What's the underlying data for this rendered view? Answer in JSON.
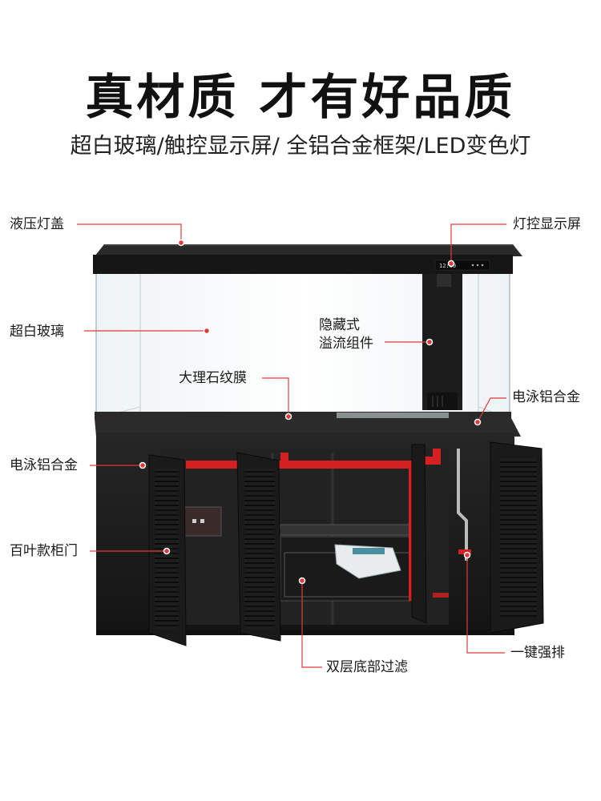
{
  "headline": "真材质 才有好品质",
  "subline": "超白玻璃/触控显示屏/ 全铝合金框架/LED变色灯",
  "display_text": "12:00",
  "callouts": {
    "hydraulic_lid": "液压灯盖",
    "light_control_display": "灯控显示屏",
    "ultra_clear_glass": "超白玻璃",
    "hidden_overflow_line1": "隐藏式",
    "hidden_overflow_line2": "溢流组件",
    "marble_film": "大理石纹膜",
    "electrophoretic_alloy_right": "电泳铝合金",
    "electrophoretic_alloy_left": "电泳铝合金",
    "louver_door": "百叶款柜门",
    "double_bottom_filter": "双层底部过滤",
    "one_key_drain": "一键强排"
  },
  "colors": {
    "accent_red": "#d42020",
    "callout_line": "#e03a3a",
    "cabinet": "#1d1d1d",
    "frame": "#161616"
  }
}
